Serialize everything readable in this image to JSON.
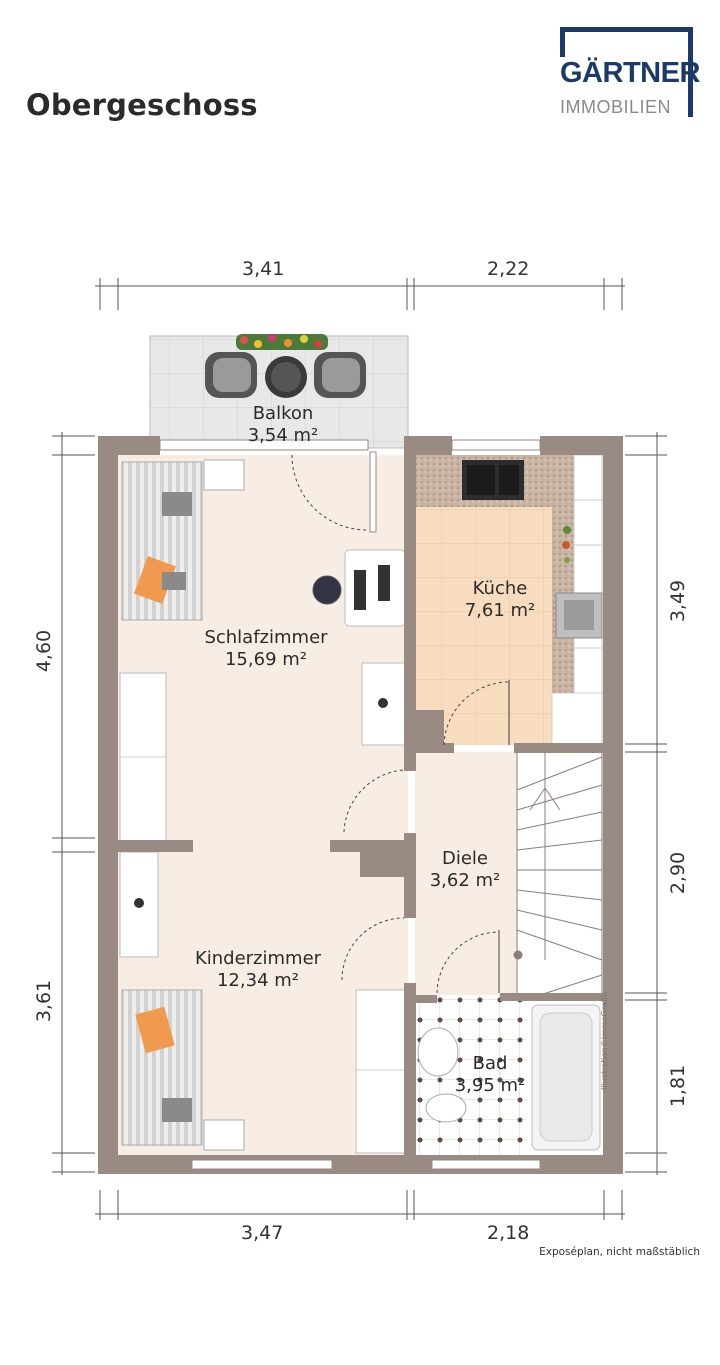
{
  "title": "Obergeschoss",
  "logo": {
    "name": "GÄRTNER",
    "sub": "IMMOBILIEN",
    "color": "#1b3a6b"
  },
  "rooms": [
    {
      "name": "Balkon",
      "area": "3,54 m²"
    },
    {
      "name": "Schlafzimmer",
      "area": "15,69 m²"
    },
    {
      "name": "Küche",
      "area": "7,61 m²"
    },
    {
      "name": "Diele",
      "area": "3,62 m²"
    },
    {
      "name": "Kinderzimmer",
      "area": "12,34 m²"
    },
    {
      "name": "Bad",
      "area": "3,95 m²"
    }
  ],
  "dimensions": {
    "top": [
      "3,41",
      "2,22"
    ],
    "bottom": [
      "3,47",
      "2,18"
    ],
    "left": [
      "4,60",
      "3,61"
    ],
    "right": [
      "3,49",
      "2,90",
      "1,81"
    ]
  },
  "credit": "Illustration©ImmoGrafik",
  "note": "Exposéplan, nicht maßstäblich",
  "colors": {
    "wall": "#9a8a84",
    "floor": "#f8ede4",
    "kitchen": "#f7dcbf",
    "balcony": "#e3e3e3"
  }
}
